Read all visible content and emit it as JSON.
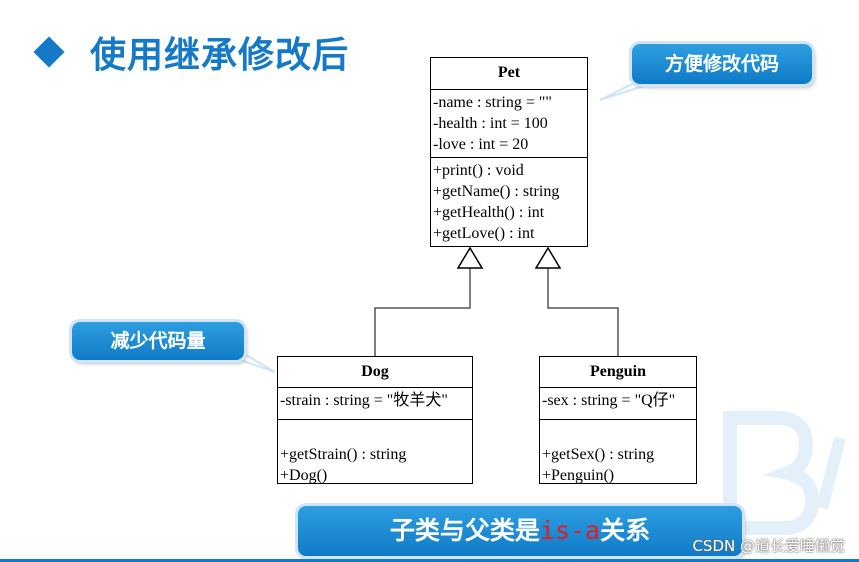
{
  "slide": {
    "title": "使用继承修改后",
    "callout_top": "方便修改代码",
    "callout_left": "减少代码量",
    "banner_prefix": "子类与父类是",
    "banner_highlight": "is-a",
    "banner_suffix": "关系"
  },
  "classes": {
    "pet": {
      "name": "Pet",
      "attributes": [
        "-name : string = \"\"",
        "-health : int = 100",
        "-love : int = 20"
      ],
      "methods": [
        "+print() : void",
        "+getName() : string",
        "+getHealth() : int",
        "+getLove() : int"
      ]
    },
    "dog": {
      "name": "Dog",
      "attributes": [
        "-strain : string = \"牧羊犬\""
      ],
      "methods": [
        "+getStrain() : string",
        "+Dog()"
      ]
    },
    "penguin": {
      "name": "Penguin",
      "attributes": [
        "-sex : string = \"Q仔\""
      ],
      "methods": [
        "+getSex() : string",
        "+Penguin()"
      ]
    }
  },
  "watermark": "CSDN @道长爱睡懒觉",
  "colors": {
    "title": "#1479c7",
    "callout": "#1a86d2",
    "highlight": "#e8191e"
  }
}
